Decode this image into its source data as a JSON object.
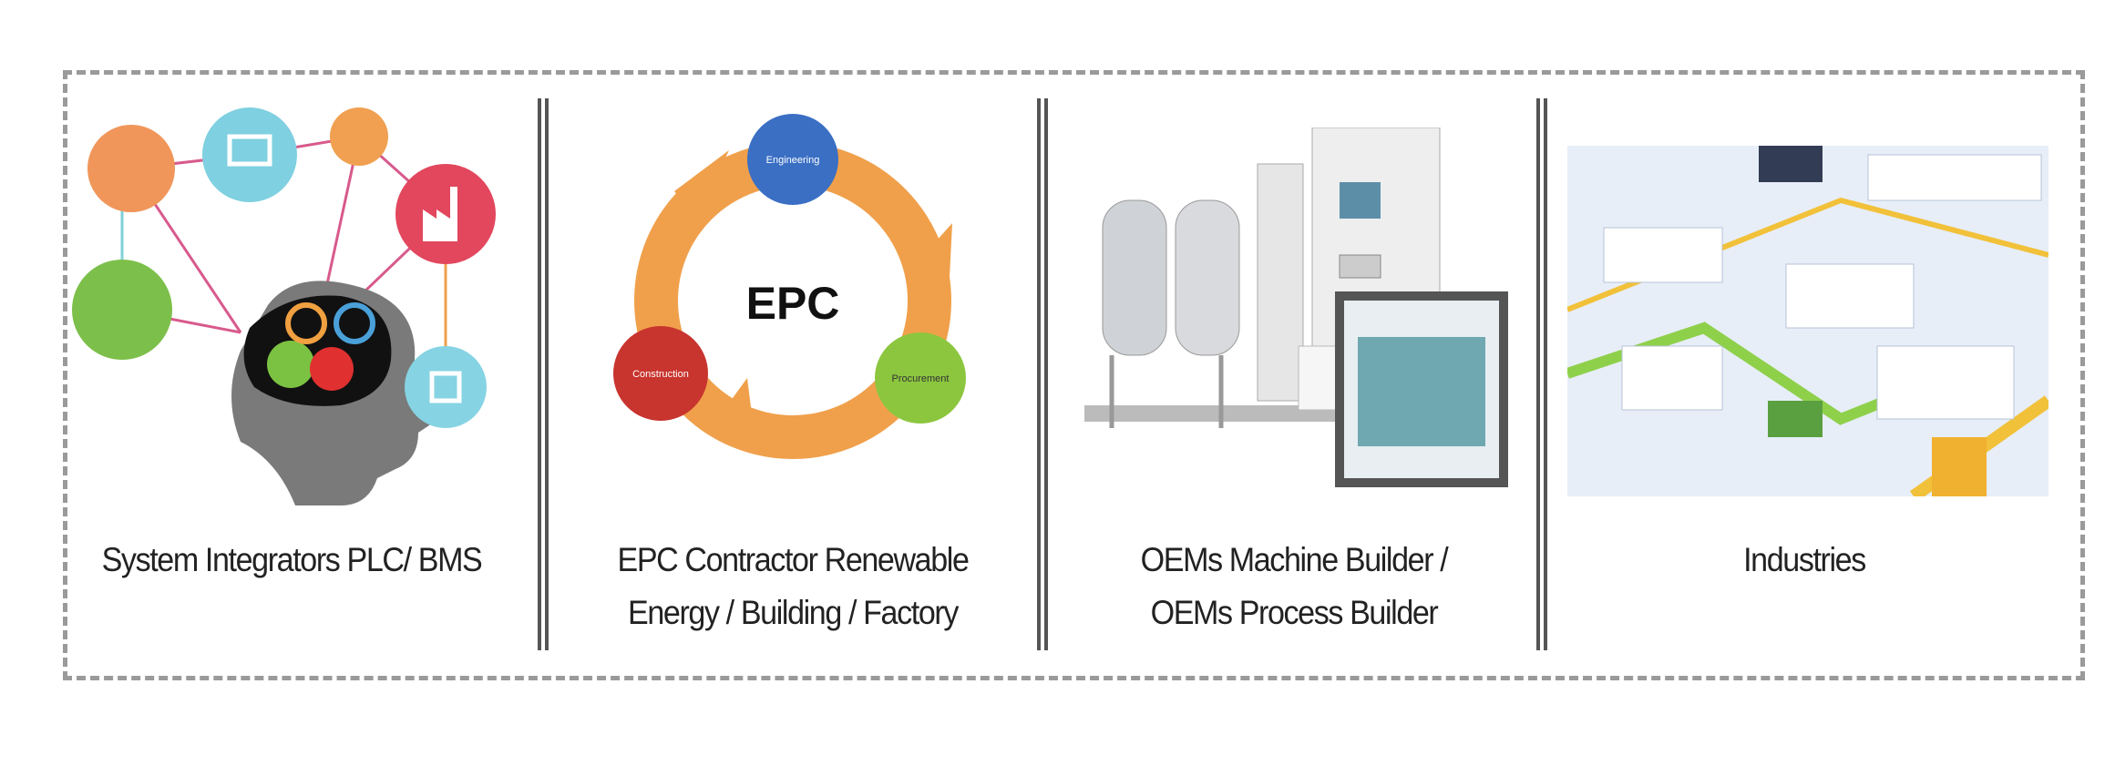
{
  "panels": [
    {
      "caption_lines": [
        "System Integrators PLC/ BMS"
      ]
    },
    {
      "caption_lines": [
        "EPC Contractor Renewable",
        "Energy / Building / Factory"
      ],
      "cycle": {
        "center": "EPC",
        "nodes": [
          "Engineering",
          "Procurement",
          "Construction"
        ]
      }
    },
    {
      "caption_lines": [
        "OEMs Machine Builder /",
        "OEMs Process Builder"
      ]
    },
    {
      "caption_lines": [
        "Industries"
      ]
    }
  ],
  "colors": {
    "border": "#9a9a9a",
    "divider": "#555555",
    "arrow": "#f0a04b",
    "engineering": "#3a6fc4",
    "procurement": "#8cc63f",
    "construction": "#c8342e"
  }
}
